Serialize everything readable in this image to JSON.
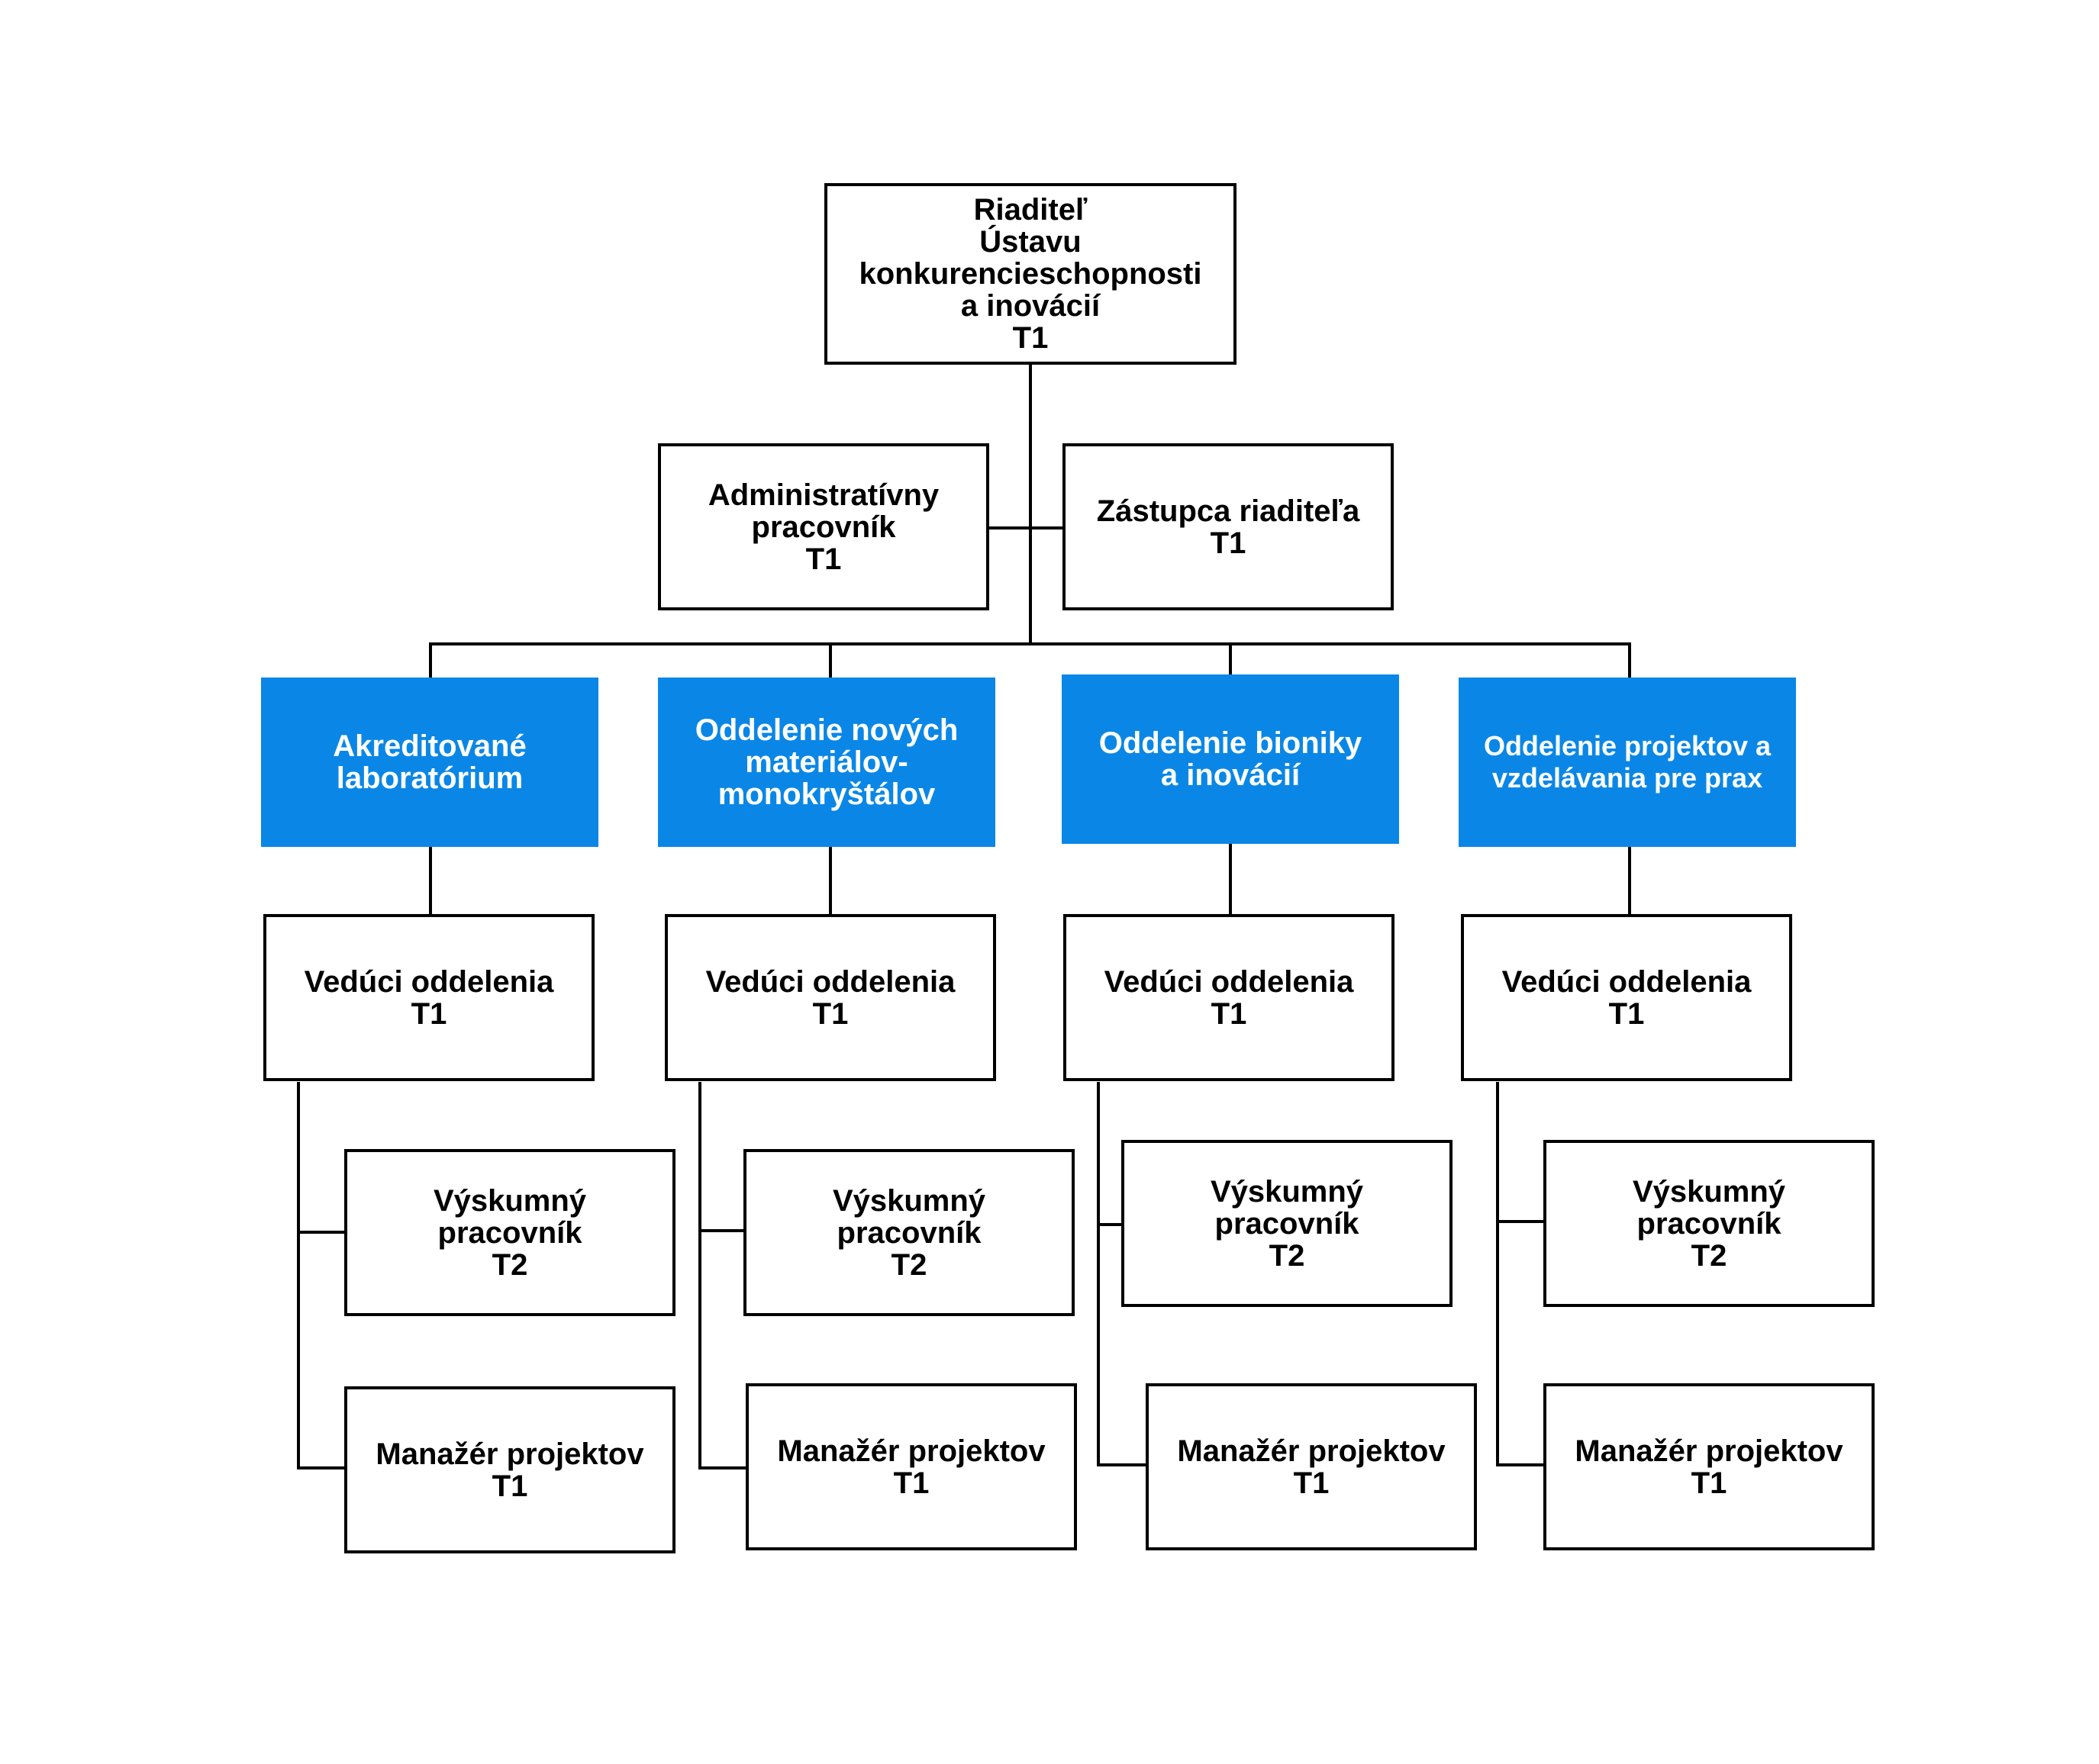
{
  "colors": {
    "department_fill": "#0a87e6",
    "department_text": "#ffffff",
    "box_border": "#000000",
    "connector": "#000000"
  },
  "director": {
    "line1": "Riaditeľ",
    "line2": "Ústavu",
    "line3": "konkurencieschopnosti",
    "line4": "a inovácií",
    "tier": "T1"
  },
  "admin": {
    "line1": "Administratívny",
    "line2": "pracovník",
    "tier": "T1"
  },
  "deputy": {
    "line1": "Zástupca riaditeľa",
    "tier": "T1"
  },
  "departments": [
    {
      "line1": "Akreditované",
      "line2": "laboratórium"
    },
    {
      "line1": "Oddelenie nových",
      "line2": "materiálov-",
      "line3": "monokryštálov"
    },
    {
      "line1": "Oddelenie bioniky",
      "line2": "a inovácií"
    },
    {
      "line1": "Oddelenie projektov a",
      "line2": "vzdelávania pre prax"
    }
  ],
  "roles": {
    "head": {
      "label": "Vedúci oddelenia",
      "tier": "T1"
    },
    "researcher": {
      "line1": "Výskumný",
      "line2": "pracovník",
      "tier": "T2"
    },
    "project_manager": {
      "label": "Manažér projektov",
      "tier": "T1"
    }
  }
}
